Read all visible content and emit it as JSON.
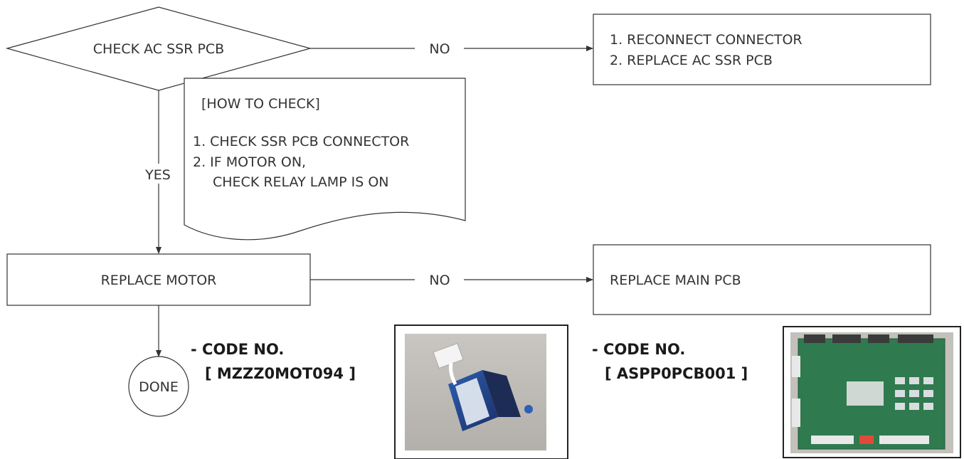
{
  "diagram": {
    "decision": {
      "label": "CHECK AC SSR PCB"
    },
    "edge_no_1": {
      "label": "NO"
    },
    "action_box_1": {
      "lines": [
        "1. RECONNECT CONNECTOR",
        "2. REPLACE AC SSR PCB"
      ]
    },
    "note": {
      "title": "[HOW TO CHECK]",
      "lines": [
        "1. CHECK SSR PCB CONNECTOR",
        "2. IF MOTOR ON,",
        "CHECK RELAY LAMP IS ON"
      ]
    },
    "edge_yes": {
      "label": "YES"
    },
    "process_motor": {
      "label": "REPLACE MOTOR"
    },
    "edge_no_2": {
      "label": "NO"
    },
    "action_box_2": {
      "label": "REPLACE MAIN PCB"
    },
    "terminator": {
      "label": "DONE"
    },
    "code_motor": {
      "heading": "- CODE NO.",
      "value": "[ MZZZ0MOT094 ]"
    },
    "code_pcb": {
      "heading": "- CODE NO.",
      "value": "[ ASPP0PCB001 ]"
    }
  },
  "colors": {
    "line": "#333333",
    "text": "#333333",
    "background": "#ffffff"
  }
}
